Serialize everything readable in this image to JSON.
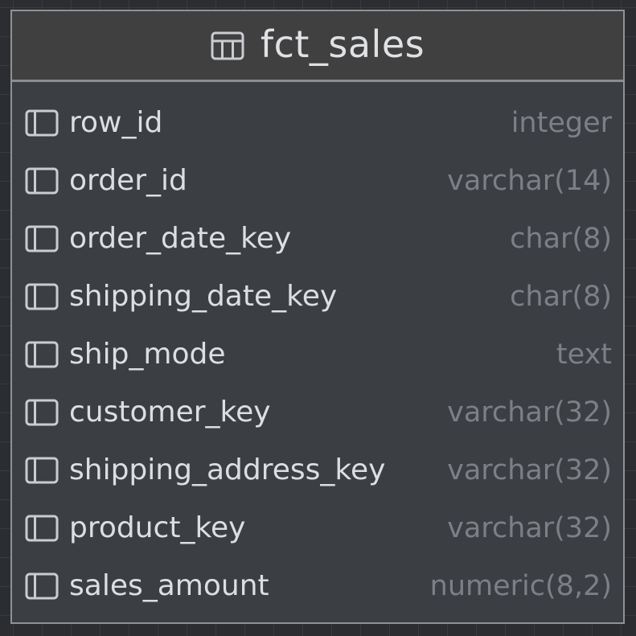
{
  "table": {
    "name": "fct_sales",
    "icon": "table-icon",
    "columns": [
      {
        "name": "row_id",
        "type": "integer",
        "icon": "column-icon"
      },
      {
        "name": "order_id",
        "type": "varchar(14)",
        "icon": "column-icon"
      },
      {
        "name": "order_date_key",
        "type": "char(8)",
        "icon": "column-icon"
      },
      {
        "name": "shipping_date_key",
        "type": "char(8)",
        "icon": "column-icon"
      },
      {
        "name": "ship_mode",
        "type": "text",
        "icon": "column-icon"
      },
      {
        "name": "customer_key",
        "type": "varchar(32)",
        "icon": "column-icon"
      },
      {
        "name": "shipping_address_key",
        "type": "varchar(32)",
        "icon": "column-icon"
      },
      {
        "name": "product_key",
        "type": "varchar(32)",
        "icon": "column-icon"
      },
      {
        "name": "sales_amount",
        "type": "numeric(8,2)",
        "icon": "column-icon"
      }
    ]
  },
  "colors": {
    "canvas_background": "#2b2d30",
    "grid_line": "#393b40",
    "card_background": "#3b3e42",
    "header_background": "#404040",
    "border": "#8e9297",
    "column_name_text": "#dcdee2",
    "column_type_text": "#7c8086"
  }
}
